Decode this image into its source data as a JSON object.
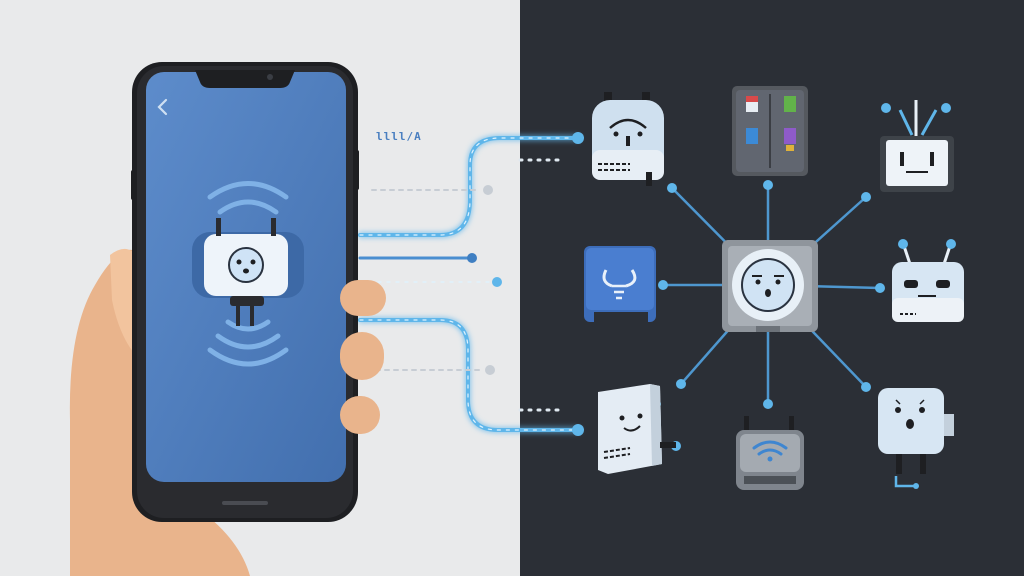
{
  "colors": {
    "left_bg": "#e9eaeb",
    "right_bg": "#2b2f36",
    "phone_screen": "#4f7fbe",
    "accent_blue": "#5fb6ea",
    "skin": "#e9b48c"
  },
  "phone": {
    "back_icon": "chevron-left-icon",
    "center_icon": "smart-plug-face-icon"
  },
  "stream_label": "llll/A",
  "hub_icon": "smart-hub-face-icon",
  "devices": [
    {
      "name": "smart-plug",
      "icon": "plug-face-icon"
    },
    {
      "name": "control-panel",
      "icon": "switch-panel-icon"
    },
    {
      "name": "sensor",
      "icon": "antenna-sensor-icon"
    },
    {
      "name": "smart-bulb-box",
      "icon": "bulb-face-icon"
    },
    {
      "name": "robot-device",
      "icon": "robot-face-icon"
    },
    {
      "name": "wall-adapter",
      "icon": "adapter-face-icon"
    },
    {
      "name": "router",
      "icon": "wifi-router-icon"
    },
    {
      "name": "mini-plug",
      "icon": "mini-plug-face-icon"
    }
  ]
}
